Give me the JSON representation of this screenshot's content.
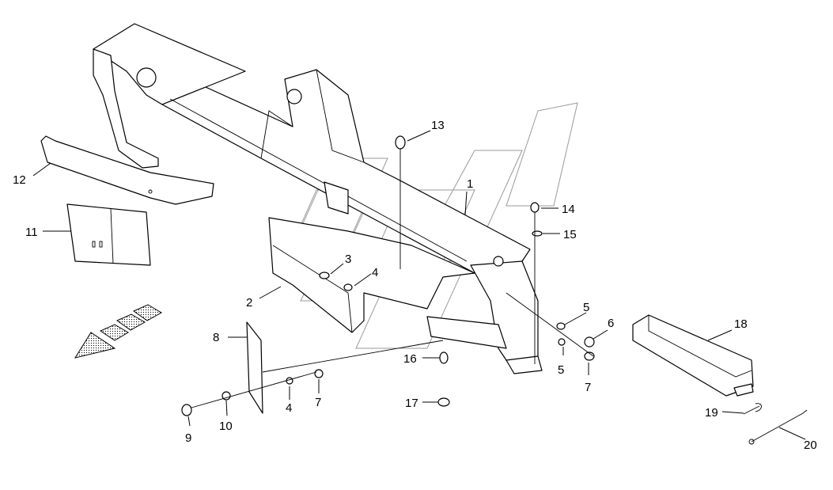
{
  "diagram": {
    "callouts": [
      "1",
      "2",
      "3",
      "4",
      "4",
      "5",
      "5",
      "6",
      "7",
      "7",
      "8",
      "9",
      "10",
      "11",
      "12",
      "13",
      "14",
      "15",
      "16",
      "17",
      "18",
      "19",
      "20"
    ]
  }
}
